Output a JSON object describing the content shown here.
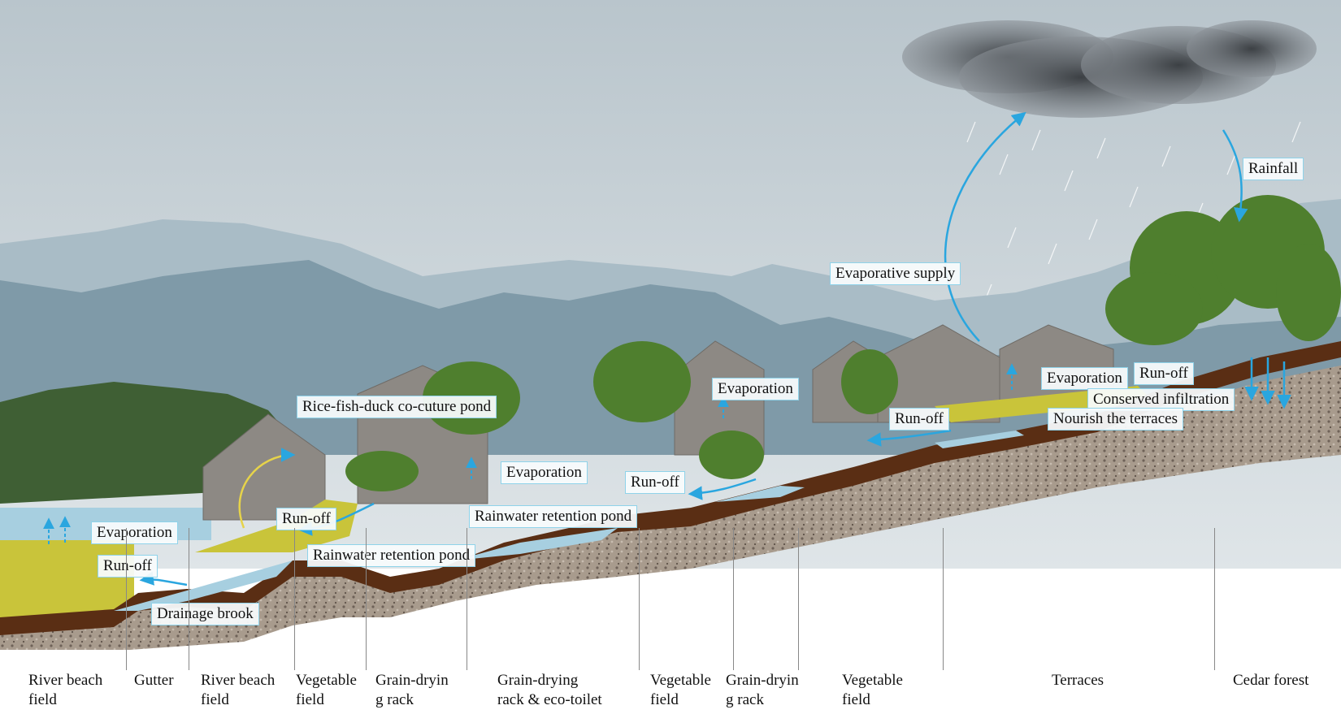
{
  "labels": {
    "rice_fish_duck": "Rice-fish-duck co-cuture pond",
    "evaporation_left": "Evaporation",
    "runoff_left": "Run-off",
    "runoff_mid1": "Run-off",
    "drainage_brook": "Drainage brook",
    "rainwater_pond_1": "Rainwater retention pond",
    "evaporation_mid": "Evaporation",
    "rainwater_pond_2": "Rainwater retention pond",
    "runoff_mid2": "Run-off",
    "evaporation_upper": "Evaporation",
    "runoff_upper": "Run-off",
    "evaporative_supply": "Evaporative supply",
    "evaporation_right": "Evaporation",
    "runoff_right": "Run-off",
    "conserved_infiltration": "Conserved infiltration",
    "nourish_terraces": "Nourish the terraces",
    "rainfall": "Rainfall"
  },
  "zones": [
    [
      "River beach",
      "field"
    ],
    [
      "Gutter"
    ],
    [
      "River beach",
      "field"
    ],
    [
      "Vegetable",
      "field"
    ],
    [
      "Grain-dryin",
      "g rack"
    ],
    [
      "Grain-drying",
      "rack & eco-toilet"
    ],
    [
      "Vegetable",
      "field"
    ],
    [
      "Grain-dryin",
      "g rack"
    ],
    [
      "Vegetable",
      "field"
    ],
    [
      "Terraces"
    ],
    [
      "Cedar forest"
    ]
  ],
  "colors": {
    "sky": "#c9d3d8",
    "mountains_far": "#a9bcc6",
    "mountains_near": "#7f9aa8",
    "soil_dark": "#5a2e14",
    "gravel": "#9c8f82",
    "vegetation": "#4f7f2e",
    "crop": "#c9c43a",
    "water": "#a7cfe0",
    "arrow": "#2aa6df",
    "label_border": "#8fd3ea"
  }
}
